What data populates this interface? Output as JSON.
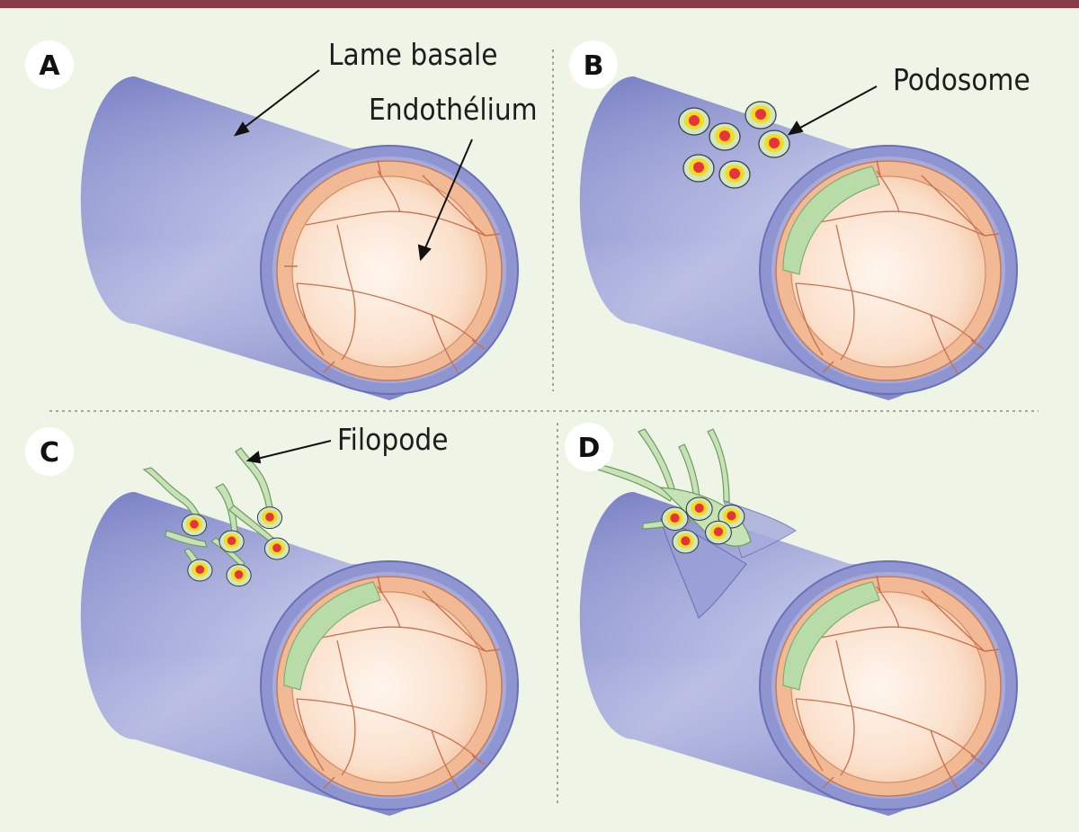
{
  "panels": [
    {
      "letter": "A"
    },
    {
      "letter": "B"
    },
    {
      "letter": "C"
    },
    {
      "letter": "D"
    }
  ],
  "labels": {
    "lame_basale": "Lame basale",
    "endothelium": "Endothélium",
    "podosome": "Podosome",
    "filopode": "Filopode"
  },
  "colors": {
    "top_bar": "#8b3a4a",
    "background": "#eef4e6",
    "basal_lamina": "#8f95d0",
    "endothelium": "#f3bd98",
    "leukocyte": "#b8dca8",
    "podosome_core": "#e8333c",
    "podosome_ring": "#f4dd20"
  }
}
